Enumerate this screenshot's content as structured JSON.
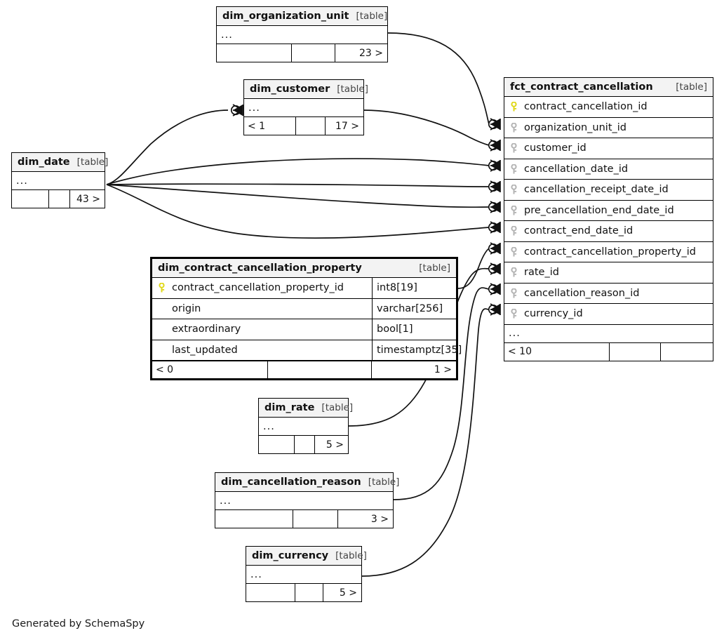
{
  "diagram": {
    "kind": "entity-relationship-diagram",
    "generator_credit": "Generated by SchemaSpy",
    "table_tag": "[table]",
    "ellipsis": "...",
    "pk_icon": "yellow-key-icon",
    "fk_icon": "gray-key-icon",
    "colors": {
      "background": "#ffffff",
      "header_fill": "#f3f3f3",
      "border": "#000000",
      "primary_key": "#e8e216",
      "foreign_key": "#b4b4b4",
      "edge": "#111111"
    }
  },
  "tables": [
    {
      "id": "dim_organization_unit",
      "name": "dim_organization_unit",
      "tag": "[table]",
      "highlighted": false,
      "ellipsis": "...",
      "columns": [],
      "footer": {
        "left": "",
        "mid": "",
        "right": "23 >"
      }
    },
    {
      "id": "dim_customer",
      "name": "dim_customer",
      "tag": "[table]",
      "highlighted": false,
      "ellipsis": "...",
      "columns": [],
      "footer": {
        "left": "< 1",
        "mid": "",
        "right": "17 >"
      }
    },
    {
      "id": "dim_date",
      "name": "dim_date",
      "tag": "[table]",
      "highlighted": false,
      "ellipsis": "...",
      "columns": [],
      "footer": {
        "left": "",
        "mid": "",
        "right": "43 >"
      }
    },
    {
      "id": "fct_contract_cancellation",
      "name": "fct_contract_cancellation",
      "tag": "[table]",
      "highlighted": false,
      "ellipsis": "...",
      "columns": [
        {
          "name": "contract_cancellation_id",
          "key": "primary",
          "type": ""
        },
        {
          "name": "organization_unit_id",
          "key": "foreign",
          "type": ""
        },
        {
          "name": "customer_id",
          "key": "foreign",
          "type": ""
        },
        {
          "name": "cancellation_date_id",
          "key": "foreign",
          "type": ""
        },
        {
          "name": "cancellation_receipt_date_id",
          "key": "foreign",
          "type": ""
        },
        {
          "name": "pre_cancellation_end_date_id",
          "key": "foreign",
          "type": ""
        },
        {
          "name": "contract_end_date_id",
          "key": "foreign",
          "type": ""
        },
        {
          "name": "contract_cancellation_property_id",
          "key": "foreign",
          "type": ""
        },
        {
          "name": "rate_id",
          "key": "foreign",
          "type": ""
        },
        {
          "name": "cancellation_reason_id",
          "key": "foreign",
          "type": ""
        },
        {
          "name": "currency_id",
          "key": "foreign",
          "type": ""
        }
      ],
      "footer": {
        "left": "< 10",
        "mid": "",
        "right": ""
      }
    },
    {
      "id": "dim_contract_cancellation_property",
      "name": "dim_contract_cancellation_property",
      "tag": "[table]",
      "highlighted": true,
      "ellipsis": "",
      "columns": [
        {
          "name": "contract_cancellation_property_id",
          "key": "primary",
          "type": "int8[19]"
        },
        {
          "name": "origin",
          "key": "none",
          "type": "varchar[256]"
        },
        {
          "name": "extraordinary",
          "key": "none",
          "type": "bool[1]"
        },
        {
          "name": "last_updated",
          "key": "none",
          "type": "timestamptz[35]"
        }
      ],
      "footer": {
        "left": "< 0",
        "mid": "",
        "right": "1 >"
      }
    },
    {
      "id": "dim_rate",
      "name": "dim_rate",
      "tag": "[table]",
      "highlighted": false,
      "ellipsis": "...",
      "columns": [],
      "footer": {
        "left": "",
        "mid": "",
        "right": "5 >"
      }
    },
    {
      "id": "dim_cancellation_reason",
      "name": "dim_cancellation_reason",
      "tag": "[table]",
      "highlighted": false,
      "ellipsis": "...",
      "columns": [],
      "footer": {
        "left": "",
        "mid": "",
        "right": "3 >"
      }
    },
    {
      "id": "dim_currency",
      "name": "dim_currency",
      "tag": "[table]",
      "highlighted": false,
      "ellipsis": "...",
      "columns": [],
      "footer": {
        "left": "",
        "mid": "",
        "right": "5 >"
      }
    }
  ],
  "relationships": [
    {
      "from": "dim_organization_unit",
      "to": "fct_contract_cancellation.organization_unit_id"
    },
    {
      "from": "dim_customer",
      "to": "fct_contract_cancellation.customer_id"
    },
    {
      "from": "dim_date",
      "to": "dim_customer"
    },
    {
      "from": "dim_date",
      "to": "fct_contract_cancellation.cancellation_date_id"
    },
    {
      "from": "dim_date",
      "to": "fct_contract_cancellation.cancellation_receipt_date_id"
    },
    {
      "from": "dim_date",
      "to": "fct_contract_cancellation.pre_cancellation_end_date_id"
    },
    {
      "from": "dim_date",
      "to": "fct_contract_cancellation.contract_end_date_id"
    },
    {
      "from": "dim_contract_cancellation_property",
      "to": "fct_contract_cancellation.contract_cancellation_property_id"
    },
    {
      "from": "dim_rate",
      "to": "fct_contract_cancellation.rate_id"
    },
    {
      "from": "dim_cancellation_reason",
      "to": "fct_contract_cancellation.cancellation_reason_id"
    },
    {
      "from": "dim_currency",
      "to": "fct_contract_cancellation.currency_id"
    }
  ]
}
